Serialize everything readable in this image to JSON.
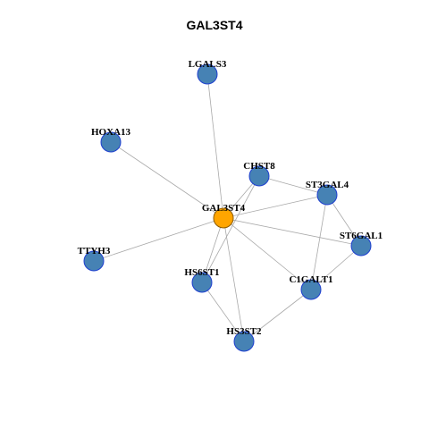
{
  "title": "GAL3ST4",
  "style": {
    "center_color": "#FFA500",
    "node_color": "#4682B4",
    "node_border": "#1E3FD0",
    "center_border": "#8B5A00",
    "edge_color": "#A9A9A9"
  },
  "network": {
    "center": "GAL3ST4",
    "nodes": [
      {
        "id": "GAL3ST4",
        "label": "GAL3ST4",
        "role": "center"
      },
      {
        "id": "LGALS3",
        "label": "LGALS3",
        "role": "neighbor"
      },
      {
        "id": "HOXA13",
        "label": "HOXA13",
        "role": "neighbor"
      },
      {
        "id": "CHST8",
        "label": "CHST8",
        "role": "neighbor"
      },
      {
        "id": "ST3GAL4",
        "label": "ST3GAL4",
        "role": "neighbor"
      },
      {
        "id": "ST6GAL1",
        "label": "ST6GAL1",
        "role": "neighbor"
      },
      {
        "id": "TTYH3",
        "label": "TTYH3",
        "role": "neighbor"
      },
      {
        "id": "HS6ST1",
        "label": "HS6ST1",
        "role": "neighbor"
      },
      {
        "id": "C1GALT1",
        "label": "C1GALT1",
        "role": "neighbor"
      },
      {
        "id": "HS3ST2",
        "label": "HS3ST2",
        "role": "neighbor"
      }
    ],
    "edges": [
      [
        "GAL3ST4",
        "LGALS3"
      ],
      [
        "GAL3ST4",
        "HOXA13"
      ],
      [
        "GAL3ST4",
        "CHST8"
      ],
      [
        "GAL3ST4",
        "ST3GAL4"
      ],
      [
        "GAL3ST4",
        "ST6GAL1"
      ],
      [
        "GAL3ST4",
        "TTYH3"
      ],
      [
        "GAL3ST4",
        "HS6ST1"
      ],
      [
        "GAL3ST4",
        "C1GALT1"
      ],
      [
        "GAL3ST4",
        "HS3ST2"
      ],
      [
        "CHST8",
        "ST3GAL4"
      ],
      [
        "CHST8",
        "HS6ST1"
      ],
      [
        "ST3GAL4",
        "ST6GAL1"
      ],
      [
        "ST3GAL4",
        "C1GALT1"
      ],
      [
        "ST6GAL1",
        "C1GALT1"
      ],
      [
        "C1GALT1",
        "HS3ST2"
      ],
      [
        "HS6ST1",
        "HS3ST2"
      ]
    ]
  }
}
